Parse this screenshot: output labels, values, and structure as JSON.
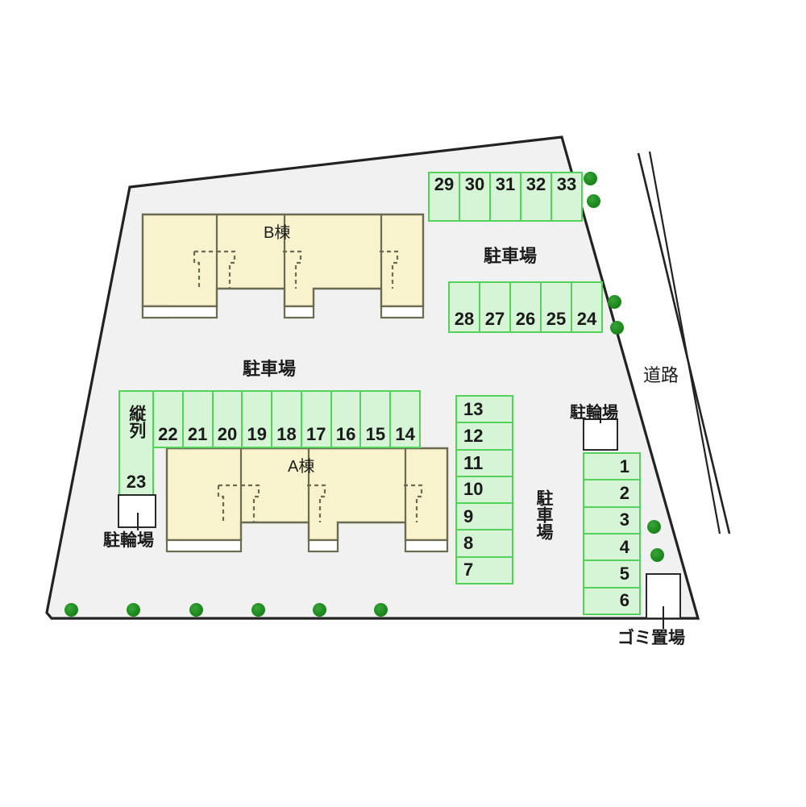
{
  "site": {
    "ground_color": "#f1f1f1",
    "outline_color": "#222222",
    "road_label": "道路"
  },
  "colors": {
    "stall_fill": "#d6f5d6",
    "stall_border": "#54d15a",
    "building_fill": "#f8f3cd",
    "building_border": "#6b6b52",
    "tree": "#1d8a1d",
    "text": "#1b1b1b"
  },
  "buildings": [
    {
      "id": "b-building",
      "label": "B棟"
    },
    {
      "id": "a-building",
      "label": "A棟"
    }
  ],
  "labels": {
    "parking_top": "駐車場",
    "parking_mid": "駐車場",
    "parking_right": "駐車場",
    "bike_park_left": "駐輪場",
    "bike_park_right": "駐輪場",
    "trash": "ゴミ置場",
    "road": "道路",
    "vertical_row": "縦列"
  },
  "parking": {
    "top_row": {
      "name": "stalls-29-33",
      "numbers": [
        "29",
        "30",
        "31",
        "32",
        "33"
      ],
      "number_position": "top"
    },
    "second_row": {
      "name": "stalls-28-24",
      "numbers": [
        "28",
        "27",
        "26",
        "25",
        "24"
      ],
      "number_position": "bottom"
    },
    "long_row": {
      "name": "stalls-22-14",
      "numbers": [
        "22",
        "21",
        "20",
        "19",
        "18",
        "17",
        "16",
        "15",
        "14"
      ],
      "number_position": "bottom"
    },
    "tandem": {
      "name": "stall-23-tandem",
      "header": "縦列",
      "number": "23"
    },
    "middle_column": {
      "name": "stalls-13-7",
      "numbers": [
        "13",
        "12",
        "11",
        "10",
        "9",
        "8",
        "7"
      ],
      "number_position": "left",
      "highlighted": "11"
    },
    "right_column": {
      "name": "stalls-1-6",
      "numbers": [
        "1",
        "2",
        "3",
        "4",
        "5",
        "6"
      ],
      "number_position": "right"
    }
  },
  "trees": {
    "count_bottom": 6,
    "count_right": 4
  }
}
